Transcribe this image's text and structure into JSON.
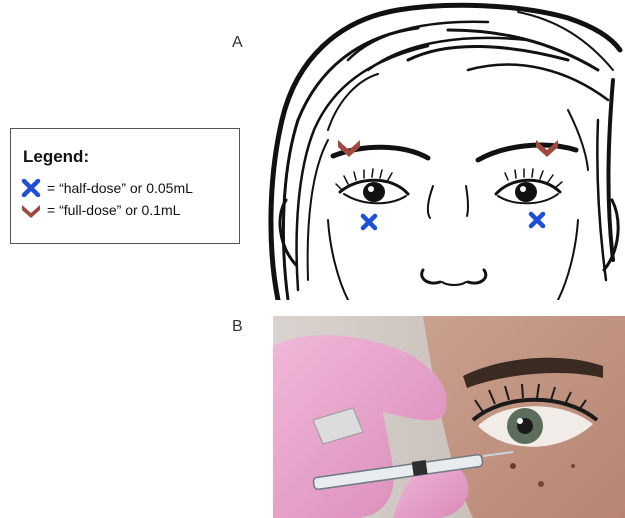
{
  "panels": {
    "a_label": "A",
    "b_label": "B"
  },
  "legend": {
    "title": "Legend:",
    "half_dose": {
      "icon": "blue-x-icon",
      "color": "#1f4fd6",
      "text": "= “half-dose” or 0.05mL"
    },
    "full_dose": {
      "icon": "brown-chevron-icon",
      "color": "#9e4a3e",
      "text": "= “full-dose” or 0.1mL"
    }
  }
}
